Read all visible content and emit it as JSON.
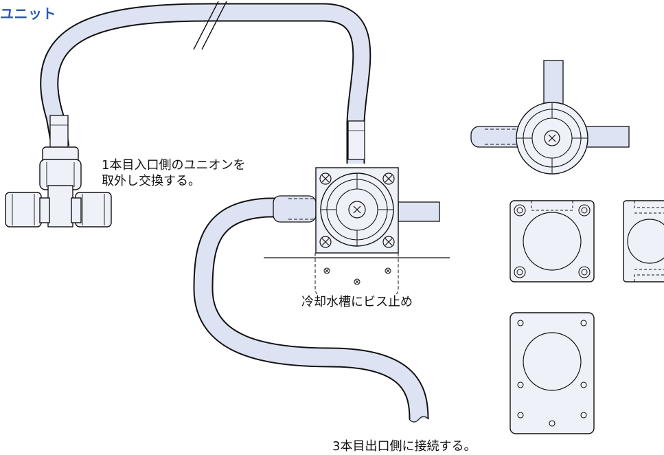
{
  "header": {
    "title": "ユニット"
  },
  "labels": {
    "inlet_union_line1": "1本目入口側のユニオンを",
    "inlet_union_line2": "取外し交換する。",
    "tank_screw": "冷却水槽にビス止め",
    "outlet_connect": "3本目出口側に接続する。"
  },
  "colors": {
    "title_blue": "#2b58b6",
    "pipe_fill": "#dde3f2",
    "metal_fill": "#eef1f8",
    "outline": "#111111"
  }
}
